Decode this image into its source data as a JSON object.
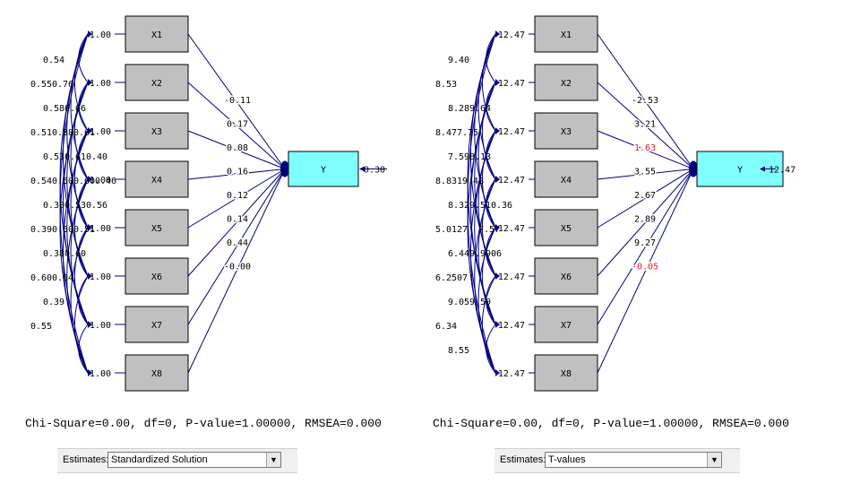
{
  "colors": {
    "box_fill": "#c0c0c0",
    "target_fill": "#80ffff",
    "path_line": "#00007f",
    "highlight_text": "#e0202a",
    "normal_text": "#000000"
  },
  "panels": [
    {
      "name": "standardized",
      "variables": [
        "X1",
        "X2",
        "X3",
        "X4",
        "X5",
        "X6",
        "X7",
        "X8"
      ],
      "target": "Y",
      "residual": "0.30",
      "variances": [
        "1.00",
        "1.00",
        "1.00",
        "1.00",
        "1.00",
        "1.00",
        "1.00",
        "1.00"
      ],
      "paths": [
        "-0.11",
        "0.17",
        "0.08",
        "0.16",
        "0.12",
        "0.14",
        "0.44",
        "-0.00"
      ],
      "path_highlight": [
        false,
        false,
        false,
        false,
        false,
        false,
        false,
        false
      ],
      "covariance_labels": [
        [
          "0.54"
        ],
        [
          "0.55",
          "0.76"
        ],
        [
          "0.58",
          "0.66"
        ],
        [
          "0.51",
          "0.38",
          "0.61"
        ],
        [
          "0.53",
          "0.61",
          "0.40"
        ],
        [
          "0.54",
          "0.50",
          "0.60",
          "0.46"
        ],
        [
          "0.30",
          "0.53",
          "0.56"
        ],
        [
          "0.39",
          "0.50",
          "0.51"
        ],
        [
          "0.38",
          "0.60"
        ],
        [
          "0.60",
          "0.64"
        ],
        [
          "0.39"
        ],
        [
          "0.55"
        ]
      ],
      "fit_text": "Chi-Square=0.00, df=0, P-value=1.00000, RMSEA=0.000",
      "estimates_label": "Estimates:",
      "estimates_value": "Standardized Solution"
    },
    {
      "name": "t-values",
      "variables": [
        "X1",
        "X2",
        "X3",
        "X4",
        "X5",
        "X6",
        "X7",
        "X8"
      ],
      "target": "Y",
      "residual": "12.47",
      "variances": [
        "12.47",
        "12.47",
        "12.47",
        "12.47",
        "12.47",
        "12.47",
        "12.47",
        "12.47"
      ],
      "paths": [
        "-2.53",
        "3.21",
        "1.63",
        "3.55",
        "2.67",
        "2.89",
        "9.27",
        "-0.05"
      ],
      "path_highlight": [
        false,
        false,
        true,
        false,
        false,
        false,
        false,
        true
      ],
      "covariance_labels": [
        [
          "9.40"
        ],
        [
          "8.53"
        ],
        [
          "8.28",
          "9.64"
        ],
        [
          "8.47",
          "7.75"
        ],
        [
          "7.59",
          "8.13"
        ],
        [
          "8.83",
          "19.48"
        ],
        [
          "8.32",
          "9.51",
          "0.36"
        ],
        [
          "5.01",
          "27",
          "7.57"
        ],
        [
          "6.44",
          "9.99",
          "06"
        ],
        [
          "6.25",
          "07"
        ],
        [
          "9.05",
          "9.50"
        ],
        [
          "6.34"
        ],
        [
          "8.55"
        ]
      ],
      "fit_text": "Chi-Square=0.00, df=0, P-value=1.00000, RMSEA=0.000",
      "estimates_label": "Estimates:",
      "estimates_value": "T-values"
    }
  ]
}
